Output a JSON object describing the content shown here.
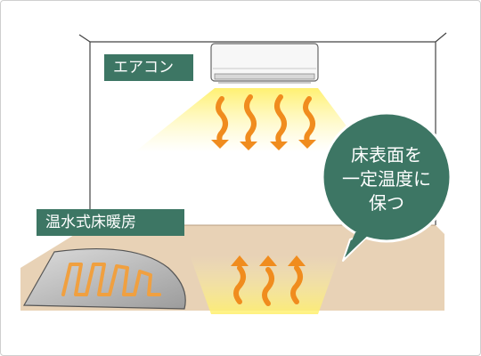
{
  "labels": {
    "air_conditioner": "エアコン",
    "floor_heating": "温水式床暖房"
  },
  "callout": {
    "line1": "床表面を",
    "line2": "一定温度に",
    "line3": "保つ"
  },
  "colors": {
    "label_green": "#3d7664",
    "callout_green": "#3d7664",
    "floor_beige": "#e8d2b6",
    "arrow_orange": "#f08c1e",
    "glow_yellow": "#fff06a",
    "pipe_orange": "#f0a040",
    "panel_gray": "#b8b8b8"
  }
}
